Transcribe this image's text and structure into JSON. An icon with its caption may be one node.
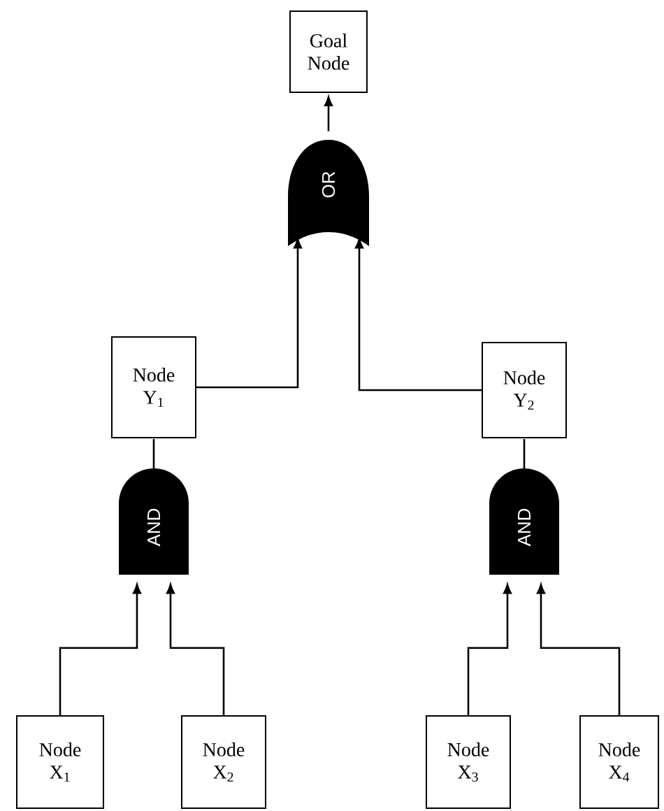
{
  "diagram": {
    "nodes": [
      {
        "text": [
          "Goal Node"
        ]
      },
      {
        "text": [
          "OR"
        ]
      },
      {
        "text": [
          "Node Y$_{1}$"
        ]
      },
      {
        "text": [
          "Node Y$_{2}$"
        ]
      },
      {
        "text": [
          "AND"
        ]
      },
      {
        "text": [
          "AND"
        ]
      },
      {
        "text": [
          "Node X$_{1}$"
        ]
      },
      {
        "text": [
          "Node X$_{2}$"
        ]
      },
      {
        "text": [
          "Node X$_{3}$"
        ]
      },
      {
        "text": [
          "Node X$_{4}$"
        ]
      }
    ],
    "edges": [
      {
        "from": 1,
        "to": 0,
        "arrow": "to"
      },
      {
        "from": 2,
        "to": 1,
        "arrow": "to"
      },
      {
        "from": 3,
        "to": 1,
        "arrow": "to"
      },
      {
        "from": 4,
        "to": 2,
        "arrow": "none"
      },
      {
        "from": 5,
        "to": 3,
        "arrow": "none"
      },
      {
        "from": 6,
        "to": 4,
        "arrow": "to"
      },
      {
        "from": 7,
        "to": 4,
        "arrow": "to"
      },
      {
        "from": 8,
        "to": 5,
        "arrow": "to"
      },
      {
        "from": 9,
        "to": 5,
        "arrow": "to"
      }
    ]
  }
}
